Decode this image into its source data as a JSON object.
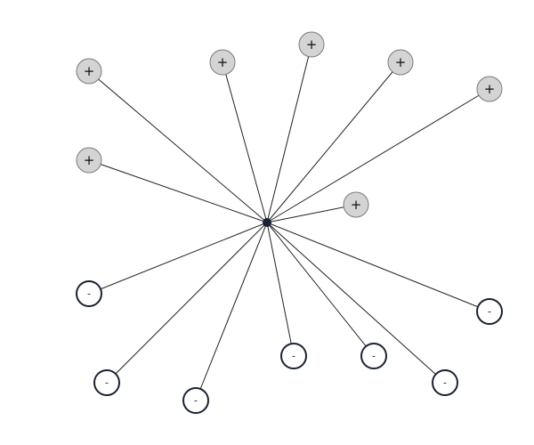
{
  "diagram": {
    "hub": {
      "id": "center"
    },
    "nodes": [
      {
        "id": "p1",
        "sign": "positive",
        "label": "+"
      },
      {
        "id": "p2",
        "sign": "positive",
        "label": "+"
      },
      {
        "id": "p3",
        "sign": "positive",
        "label": "+"
      },
      {
        "id": "p4",
        "sign": "positive",
        "label": "+"
      },
      {
        "id": "p5",
        "sign": "positive",
        "label": "+"
      },
      {
        "id": "p6",
        "sign": "positive",
        "label": "+"
      },
      {
        "id": "p7",
        "sign": "positive",
        "label": "+"
      },
      {
        "id": "n1",
        "sign": "negative",
        "label": "-"
      },
      {
        "id": "n2",
        "sign": "negative",
        "label": "-"
      },
      {
        "id": "n3",
        "sign": "negative",
        "label": "-"
      },
      {
        "id": "n4",
        "sign": "negative",
        "label": "-"
      },
      {
        "id": "n5",
        "sign": "negative",
        "label": "-"
      },
      {
        "id": "n6",
        "sign": "negative",
        "label": "-"
      },
      {
        "id": "n7",
        "sign": "negative",
        "label": "-"
      }
    ],
    "colors": {
      "positive_fill": "#d4d4d4",
      "negative_stroke": "#1a2233",
      "edge": "#222222"
    }
  }
}
